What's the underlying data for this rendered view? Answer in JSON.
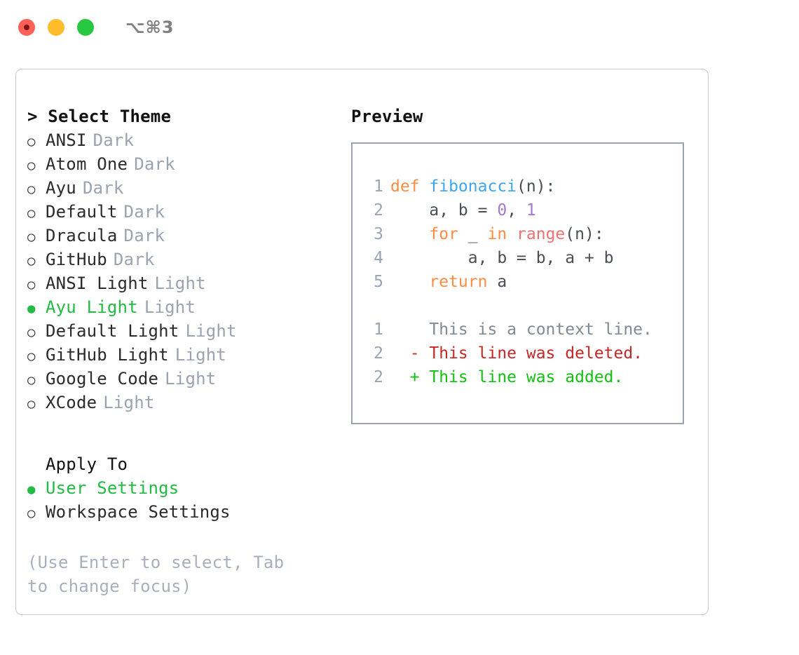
{
  "window": {
    "shortcut_label": "⌥⌘3",
    "traffic_lights": [
      {
        "name": "close",
        "color": "#ff6058"
      },
      {
        "name": "minimize",
        "color": "#ffbd2e"
      },
      {
        "name": "maximize",
        "color": "#28c840"
      }
    ]
  },
  "left": {
    "heading": "> Select Theme",
    "themes": [
      {
        "marker": "○",
        "name": "ANSI",
        "category": "Dark",
        "selected": false
      },
      {
        "marker": "○",
        "name": "Atom One",
        "category": "Dark",
        "selected": false
      },
      {
        "marker": "○",
        "name": "Ayu",
        "category": "Dark",
        "selected": false
      },
      {
        "marker": "○",
        "name": "Default",
        "category": "Dark",
        "selected": false
      },
      {
        "marker": "○",
        "name": "Dracula",
        "category": "Dark",
        "selected": false
      },
      {
        "marker": "○",
        "name": "GitHub",
        "category": "Dark",
        "selected": false
      },
      {
        "marker": "○",
        "name": "ANSI Light",
        "category": "Light",
        "selected": false
      },
      {
        "marker": "●",
        "name": "Ayu Light",
        "category": "Light",
        "selected": true
      },
      {
        "marker": "○",
        "name": "Default Light",
        "category": "Light",
        "selected": false
      },
      {
        "marker": "○",
        "name": "GitHub Light",
        "category": "Light",
        "selected": false
      },
      {
        "marker": "○",
        "name": "Google Code",
        "category": "Light",
        "selected": false
      },
      {
        "marker": "○",
        "name": "XCode",
        "category": "Light",
        "selected": false
      }
    ],
    "apply_to_title": "Apply To",
    "apply_to_options": [
      {
        "marker": "●",
        "name": "User Settings",
        "selected": true
      },
      {
        "marker": "○",
        "name": "Workspace Settings",
        "selected": false
      }
    ],
    "hint": "(Use Enter to select, Tab to change focus)"
  },
  "right": {
    "preview_title": "Preview",
    "code_lines": [
      {
        "lineno": "1",
        "spans": [
          {
            "t": "def ",
            "c": "kw"
          },
          {
            "t": "fibonacci",
            "c": "fn"
          },
          {
            "t": "(n):",
            "c": "plain"
          }
        ]
      },
      {
        "lineno": "2",
        "spans": [
          {
            "t": "    a, b = ",
            "c": "plain"
          },
          {
            "t": "0",
            "c": "num"
          },
          {
            "t": ", ",
            "c": "plain"
          },
          {
            "t": "1",
            "c": "num"
          }
        ]
      },
      {
        "lineno": "3",
        "spans": [
          {
            "t": "    ",
            "c": "plain"
          },
          {
            "t": "for",
            "c": "kw"
          },
          {
            "t": " _ ",
            "c": "plain"
          },
          {
            "t": "in",
            "c": "kw"
          },
          {
            "t": " ",
            "c": "plain"
          },
          {
            "t": "range",
            "c": "builtin"
          },
          {
            "t": "(n):",
            "c": "plain"
          }
        ]
      },
      {
        "lineno": "4",
        "spans": [
          {
            "t": "        a, b = b, a + b",
            "c": "plain"
          }
        ]
      },
      {
        "lineno": "5",
        "spans": [
          {
            "t": "    ",
            "c": "plain"
          },
          {
            "t": "return",
            "c": "kw"
          },
          {
            "t": " a",
            "c": "plain"
          }
        ]
      }
    ],
    "diff_lines": [
      {
        "lineno": "1",
        "sign": " ",
        "text": "This is a context line.",
        "kind": "ctx"
      },
      {
        "lineno": "2",
        "sign": "-",
        "text": "This line was deleted.",
        "kind": "del"
      },
      {
        "lineno": "2",
        "sign": "+",
        "text": "This line was added.",
        "kind": "add"
      }
    ]
  },
  "colors": {
    "accent_green": "#22bb44",
    "muted_gray": "#9aa3af",
    "hint_gray": "#a9b0bd",
    "keyword_orange": "#ff8c42",
    "function_blue": "#3fa5ee",
    "builtin_red": "#f07171",
    "number_purple": "#a37acc",
    "diff_delete_red": "#c62828",
    "diff_add_green": "#13c013",
    "panel_border": "#c3c8d1",
    "code_border": "#9aa5b4"
  }
}
